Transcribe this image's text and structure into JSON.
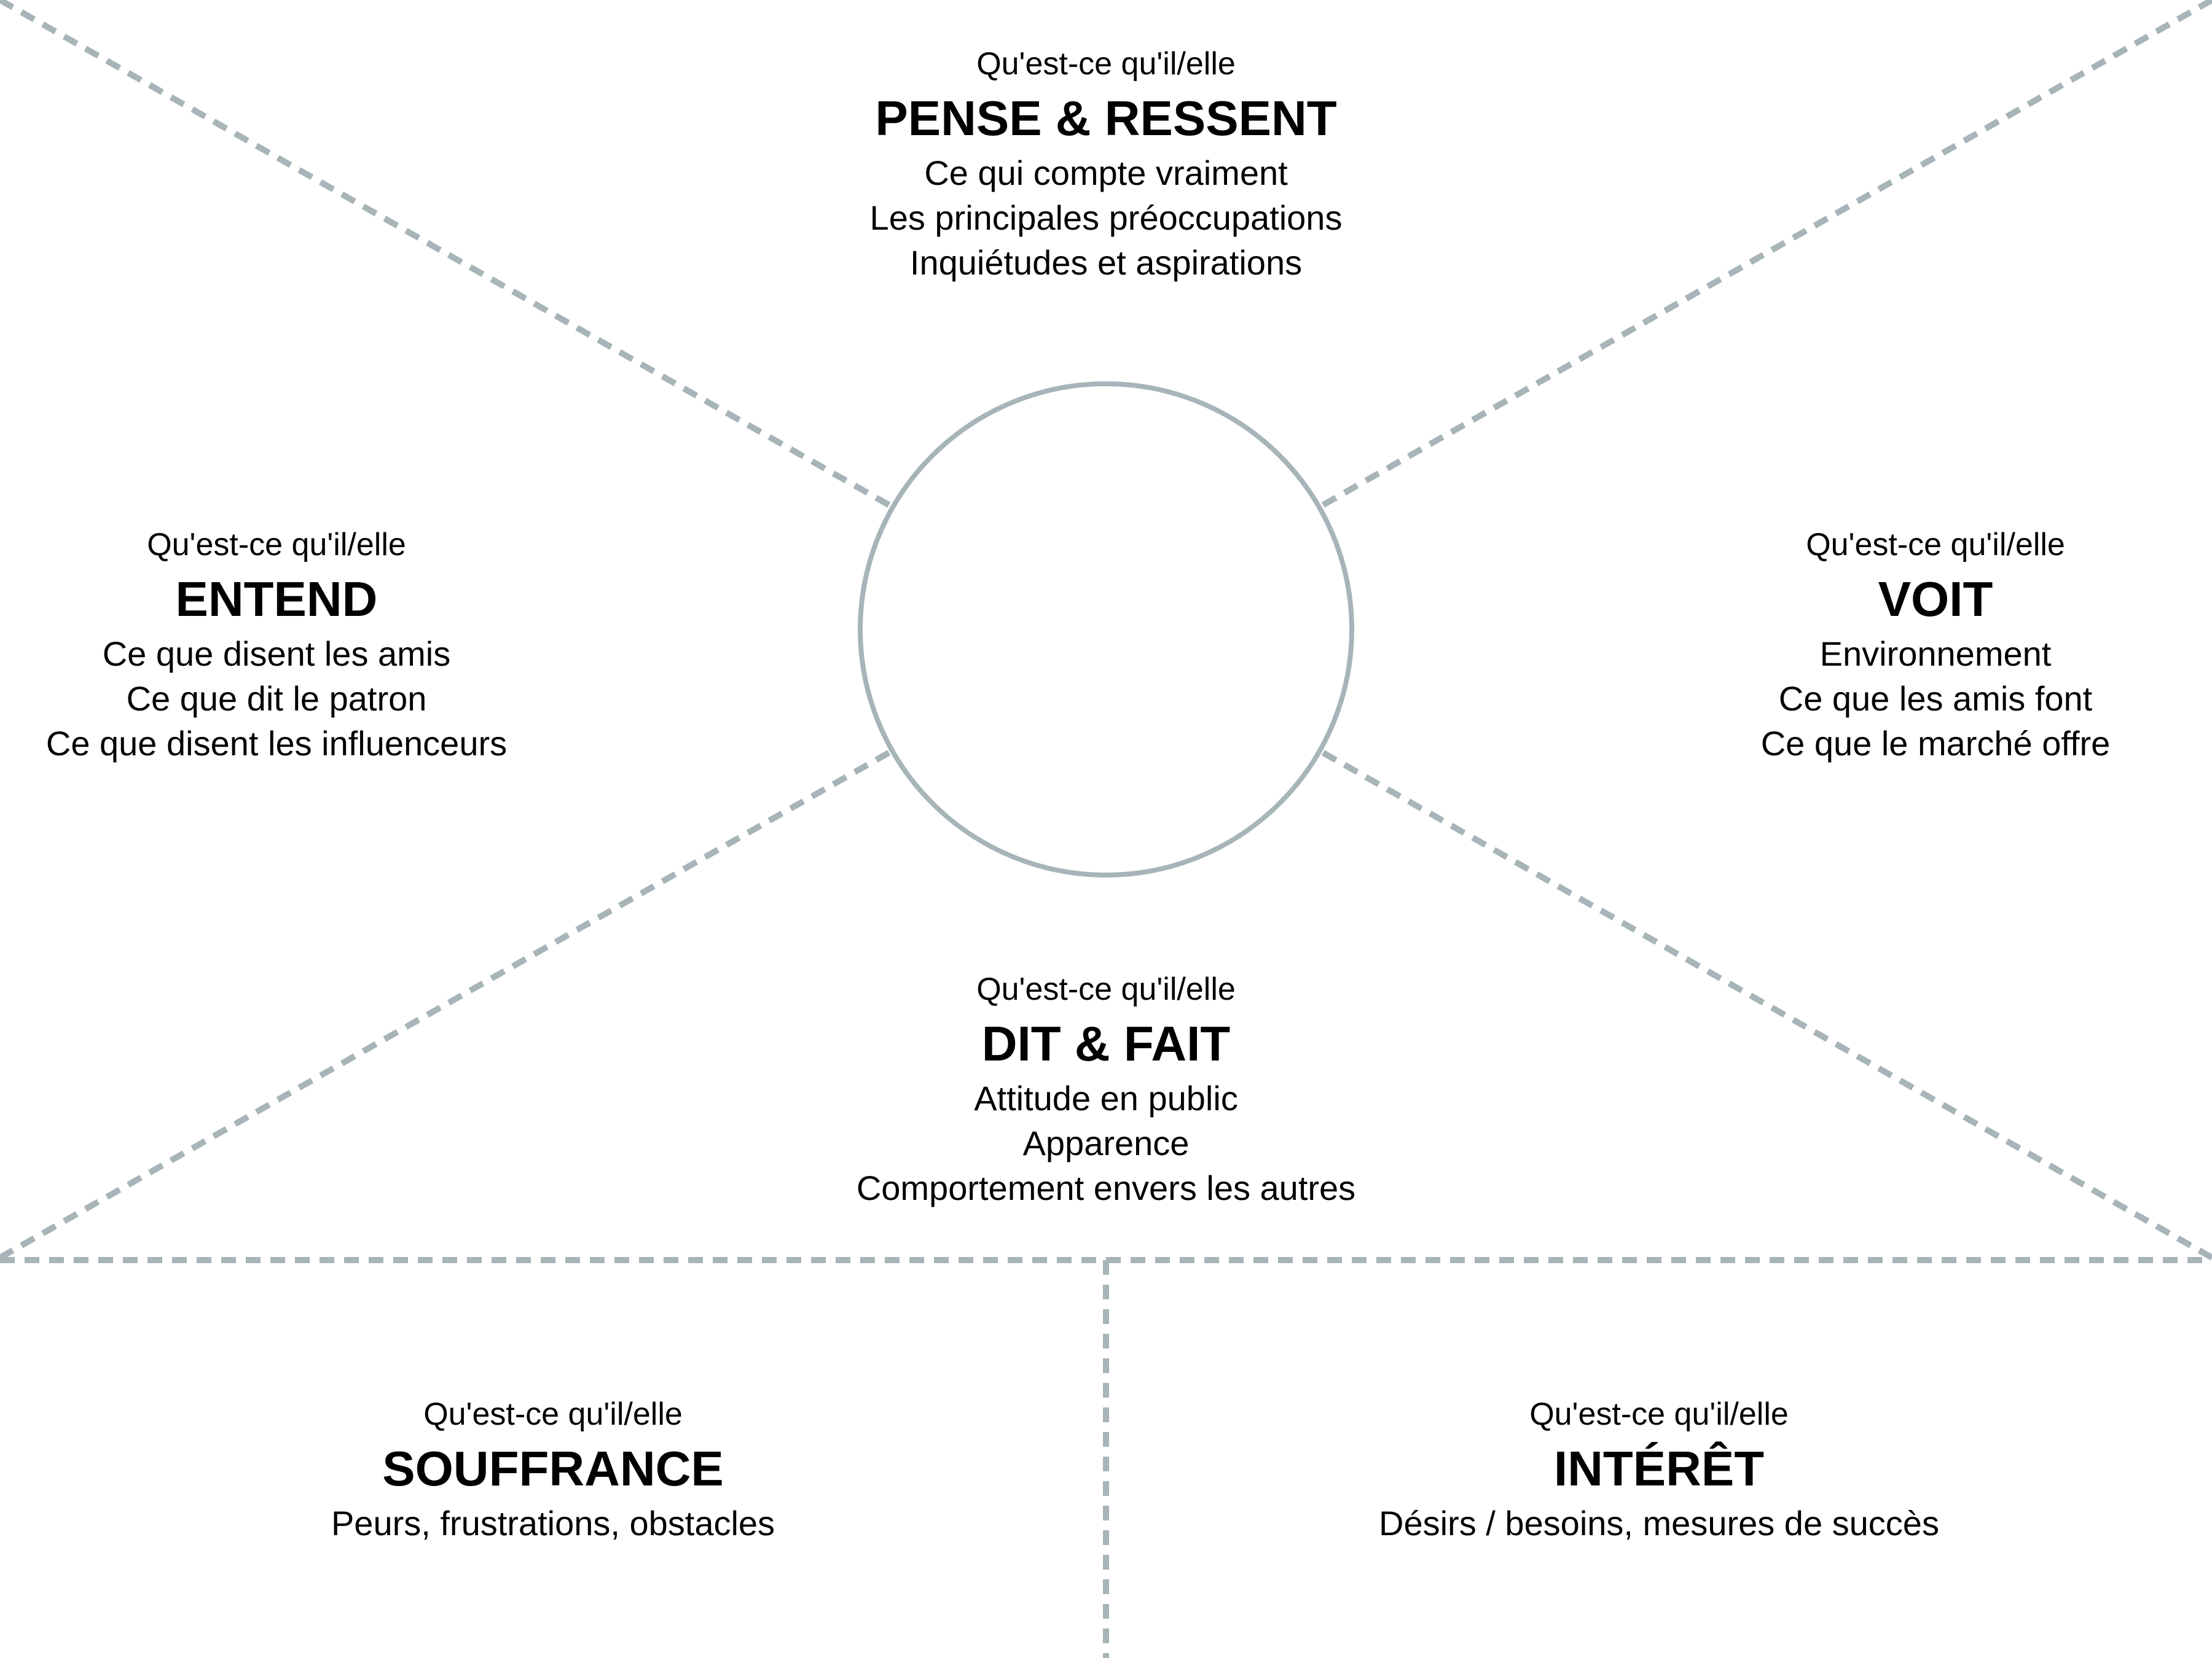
{
  "sections": {
    "thinks_feels": {
      "intro": "Qu'est-ce qu'il/elle",
      "heading": "PENSE & RESSENT",
      "details": [
        "Ce qui compte vraiment",
        "Les principales préoccupations",
        "Inquiétudes et aspirations"
      ]
    },
    "hears": {
      "intro": "Qu'est-ce qu'il/elle",
      "heading": "ENTEND",
      "details": [
        "Ce que disent les amis",
        "Ce que dit le patron",
        "Ce que disent les influenceurs"
      ]
    },
    "sees": {
      "intro": "Qu'est-ce qu'il/elle",
      "heading": "VOIT",
      "details": [
        "Environnement",
        "Ce que les amis font",
        "Ce que le marché offre"
      ]
    },
    "says_does": {
      "intro": "Qu'est-ce qu'il/elle",
      "heading": "DIT & FAIT",
      "details": [
        "Attitude en public",
        "Apparence",
        "Comportement envers les autres"
      ]
    },
    "pain": {
      "intro": "Qu'est-ce qu'il/elle",
      "heading": "SOUFFRANCE",
      "details": [
        "Peurs, frustrations, obstacles"
      ]
    },
    "gain": {
      "intro": "Qu'est-ce qu'il/elle",
      "heading": "INTÉRÊT",
      "details": [
        "Désirs / besoins, mesures de succès"
      ]
    }
  },
  "colors": {
    "line": "#a7b4b8",
    "text": "#000000"
  }
}
